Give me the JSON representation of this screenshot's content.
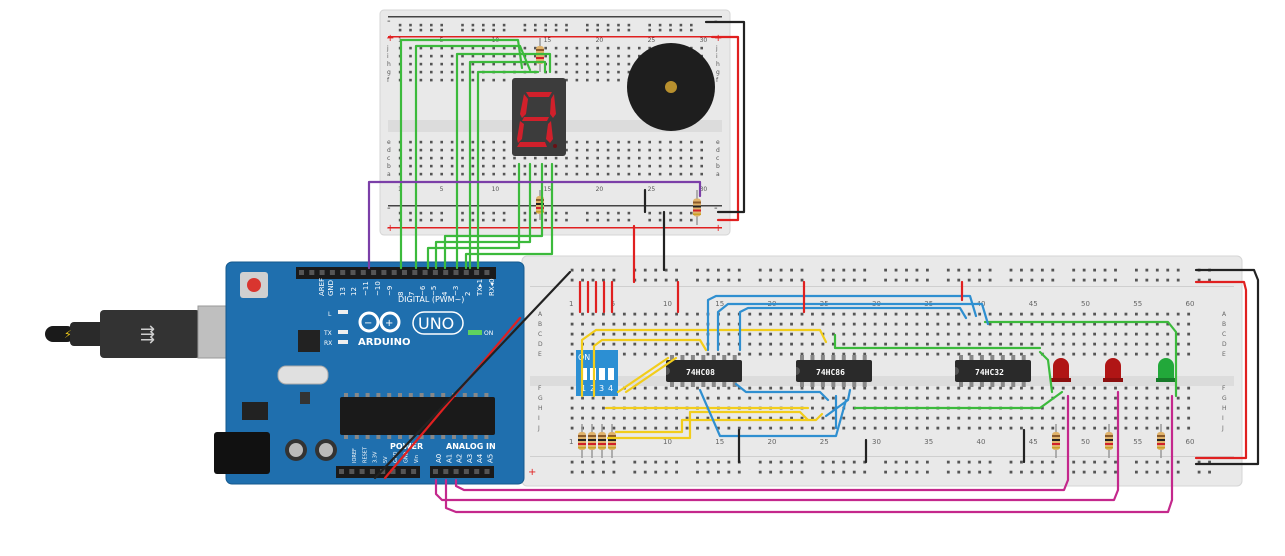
{
  "top_breadboard": {
    "column_numbers_top": [
      "1",
      "5",
      "10",
      "15",
      "20",
      "25",
      "30"
    ],
    "column_numbers_bottom": [
      "1",
      "5",
      "10",
      "15",
      "20",
      "25",
      "30"
    ],
    "rows_left_top": [
      "j",
      "i",
      "h",
      "g",
      "f"
    ],
    "rows_left_bottom": [
      "e",
      "d",
      "c",
      "b",
      "a"
    ],
    "rows_right_top": [
      "j",
      "i",
      "h",
      "g",
      "f"
    ],
    "rows_right_bottom": [
      "e",
      "d",
      "c",
      "b",
      "a"
    ],
    "rail_minus": "-",
    "rail_plus": "+"
  },
  "bottom_breadboard": {
    "column_numbers_top": [
      "1",
      "5",
      "10",
      "15",
      "20",
      "25",
      "30",
      "35",
      "40",
      "45",
      "50",
      "55",
      "60"
    ],
    "column_numbers_bottom": [
      "1",
      "5",
      "10",
      "15",
      "20",
      "25",
      "30",
      "35",
      "40",
      "45",
      "50",
      "55",
      "60"
    ],
    "rows_right": [
      "A",
      "B",
      "C",
      "D",
      "E",
      "F",
      "G",
      "H",
      "I",
      "J"
    ],
    "rows_left": [
      "A",
      "B",
      "C",
      "D",
      "E",
      "F",
      "G",
      "H",
      "I",
      "J"
    ],
    "rail_plus": "+"
  },
  "chips": [
    {
      "id": "chip1",
      "label": "74HC08"
    },
    {
      "id": "chip2",
      "label": "74HC86"
    },
    {
      "id": "chip3",
      "label": "74HC32"
    }
  ],
  "dip_switch": {
    "on_label": "ON",
    "positions": [
      "1",
      "2",
      "3",
      "4"
    ]
  },
  "arduino": {
    "brand": "ARDUINO",
    "model": "UNO",
    "digital_header": "DIGITAL (PWM~)",
    "power_header": "POWER",
    "analog_header": "ANALOG IN",
    "top_pins": [
      "AREF",
      "GND",
      "13",
      "12",
      "~11",
      "~10",
      "~9",
      "8",
      "7",
      "~6",
      "~5",
      "4",
      "~3",
      "2",
      "TX▸1",
      "RX◂0"
    ],
    "power_pins": [
      "IOREF",
      "RESET",
      "3.3V",
      "5V",
      "GND",
      "GND",
      "Vin"
    ],
    "analog_pins": [
      "A0",
      "A1",
      "A2",
      "A3",
      "A4",
      "A5"
    ],
    "led_labels": [
      "L",
      "TX",
      "RX"
    ],
    "on_label": "ON"
  },
  "colors": {
    "arduino_blue": "#1f6fae",
    "wire_green": "#3cba3c",
    "wire_yellow": "#f2cd1b",
    "wire_blue": "#2f8fd0",
    "wire_magenta": "#c4288c",
    "wire_purple": "#7b3fa8",
    "wire_red": "#e02020",
    "wire_black": "#222222",
    "segment_red": "#d1202b",
    "led_red": "#b01515",
    "led_green": "#22a83a"
  }
}
